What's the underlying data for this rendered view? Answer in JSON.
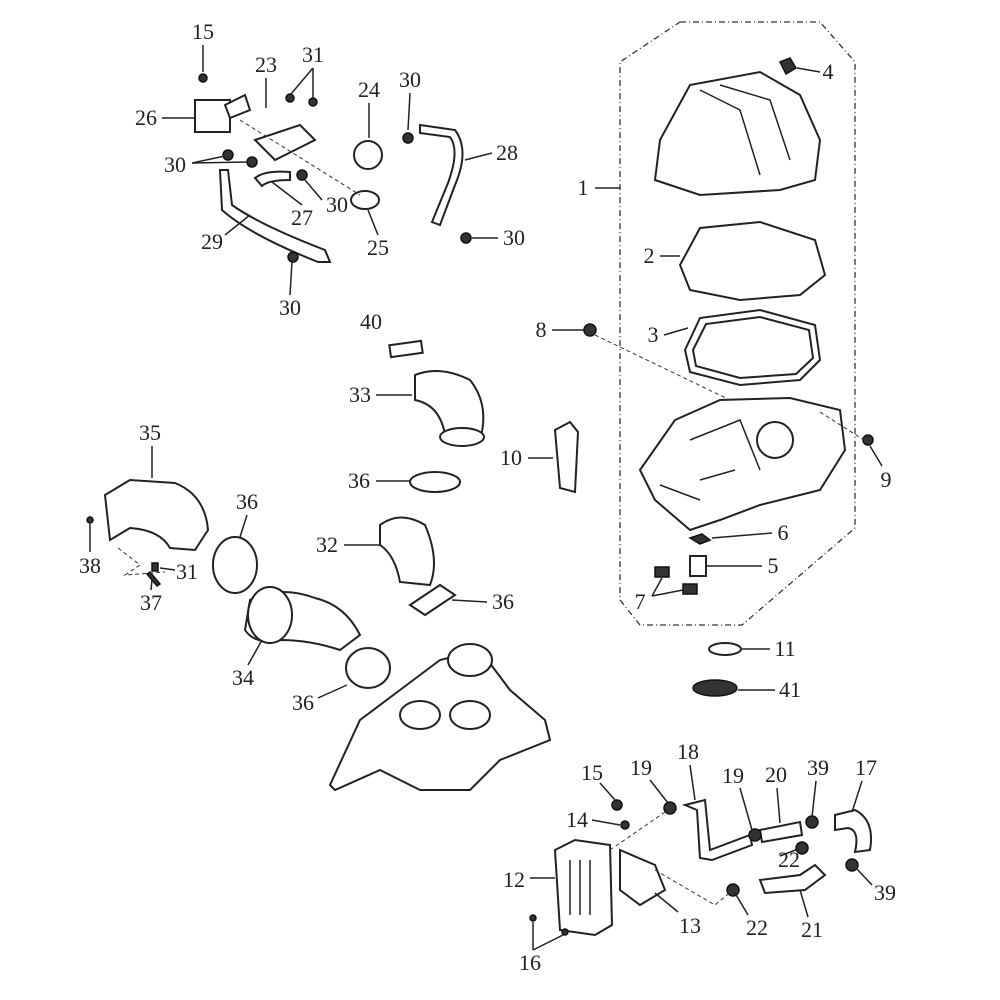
{
  "diagram": {
    "type": "exploded parts diagram",
    "part_labels": [
      "15",
      "23",
      "31",
      "24",
      "30",
      "4",
      "26",
      "28",
      "1",
      "30",
      "27",
      "30",
      "29",
      "25",
      "30",
      "2",
      "30",
      "40",
      "8",
      "3",
      "33",
      "10",
      "9",
      "35",
      "36",
      "36",
      "6",
      "32",
      "38",
      "31",
      "5",
      "37",
      "36",
      "7",
      "11",
      "34",
      "36",
      "41",
      "18",
      "15",
      "19",
      "19",
      "20",
      "39",
      "17",
      "14",
      "12",
      "22",
      "39",
      "13",
      "22",
      "21",
      "16"
    ]
  }
}
